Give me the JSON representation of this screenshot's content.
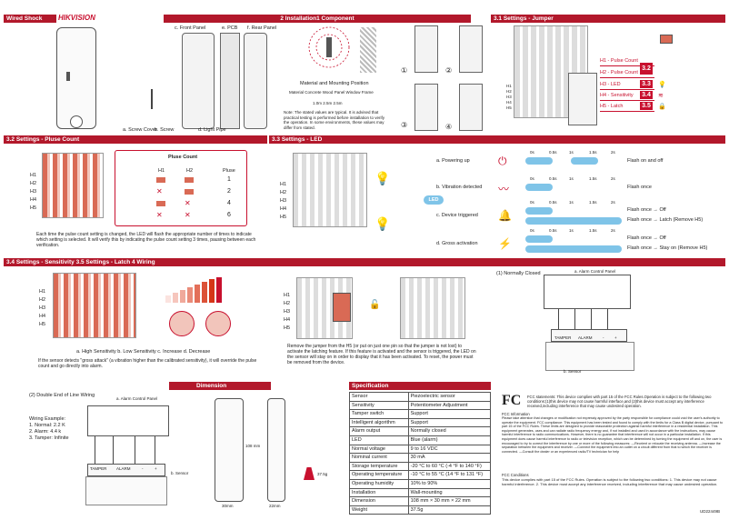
{
  "header": {
    "product": "Wired Shock Detector",
    "brand": "HIKVISION",
    "install_title": "2 Installation1 Component",
    "jumper_title": "3.1 Settings - Jumper"
  },
  "front": {
    "front_panel": "c. Front Panel",
    "pcb": "e. PCB",
    "rear_panel": "f. Rear Panel",
    "screw_cover": "a. Screw Cover",
    "screw": "b. Screw",
    "light_pipe": "d. Light Pipe"
  },
  "install": {
    "material_title": "Material and Mounting Position",
    "material_row": "Material Concrete Wood Panel Window Frame",
    "distance_row": "1.0m 2.5m 2.5m",
    "note": "Note: The stated values are typical. It is advised that practical testing is performed before installation to verify the operation. In some environments, these values may differ from stated.",
    "steps": [
      "①",
      "②",
      "③",
      "④"
    ]
  },
  "jumper": {
    "rows": [
      {
        "label": "H1 - Pulse Count",
        "num": "3.2"
      },
      {
        "label": "H2 - Pulse Count",
        "num": ""
      },
      {
        "label": "H3 - LED",
        "num": "3.3"
      },
      {
        "label": "H4 - Sensitivity",
        "num": "3.4"
      },
      {
        "label": "H5 - Latch",
        "num": "3.5"
      }
    ],
    "pins": [
      "H1",
      "H2",
      "H3",
      "H4",
      "H5"
    ]
  },
  "pulse": {
    "title": "3.2 Settings - Pluse Count",
    "table_title": "Pluse Count",
    "col_h1": "H1",
    "col_h2": "H2",
    "col_pulse": "Pluse",
    "values": [
      "1",
      "2",
      "4",
      "6"
    ],
    "pins": [
      "H1",
      "H2",
      "H3",
      "H4",
      "H5"
    ],
    "text": "Each time the pulse count setting is changed, the LED will flash the appropriate number of times to indicate which setting is selected. It will verify this by indicating the pulse count setting 3 times, pausing between each verification."
  },
  "led": {
    "title": "3.3 Settings - LED",
    "badge": "LED",
    "times": [
      "0s",
      "0.5s",
      "1s",
      "1.5s",
      "2s"
    ],
    "pins": [
      "H1",
      "H2",
      "H3",
      "H4",
      "H5"
    ],
    "rows": [
      {
        "label": "a. Powering up",
        "result1": "Flash on and off",
        "result2": ""
      },
      {
        "label": "b. Vibration detected",
        "result1": "Flash once",
        "result2": ""
      },
      {
        "label": "c. Device triggered",
        "result1": "Flash once → Off",
        "result2": "Flash once → Latch (Remove H5)"
      },
      {
        "label": "d. Gross activation",
        "result1": "Flash once → Off",
        "result2": "Flash once → Stay on (Remove H5)"
      }
    ]
  },
  "sens": {
    "title": "3.4 Settings - Sensitivity 3.5 Settings - Latch 4 Wiring",
    "pins": [
      "H1",
      "H2",
      "H3",
      "H4",
      "H5"
    ],
    "caption": "a. High Sensitivity b. Low Sensitivity c. Increase d. Decrease",
    "note": "If the sensor detects \"gross attack\" (a vibration higher than the calibrated sensitivity), it will override the pulse count and go directly into alarm.",
    "latch_text": "Remove the jumper from the H5 (or put on just one pin so that the jumper is not lost) to activate the latching feature. If this feature is activated and the sensor is triggered, the LED on the sensor will stay on in order to display that it has been activated. To reset, the power must be removed from the device."
  },
  "wiring": {
    "normally_closed": "(1) Normally Closed",
    "double_eol": "(2) Double End of Line Wiring",
    "alarm_panel": "a. Alarm Control Panel",
    "sensor": "b. Sensor",
    "terminals": [
      "TAMPER",
      "ALARM",
      "-",
      "+"
    ],
    "example_title": "Wiring Example:",
    "examples": [
      "1. Normal: 2.2 K",
      "2. Alarm: 4.4 k",
      "3. Tamper: Infinite"
    ]
  },
  "dimension": {
    "title": "Dimension",
    "height": "108 mm",
    "width": "30mm",
    "depth": "22mm",
    "weight": "37.5g"
  },
  "spec": {
    "title": "Specification",
    "rows": [
      [
        "Sensor",
        "Piezoelectric sensor"
      ],
      [
        "Sensitivity",
        "Potentiometer Adjustment"
      ],
      [
        "Tamper switch",
        "Support"
      ],
      [
        "Intelligent algorithm",
        "Support"
      ],
      [
        "Alarm output",
        "Normally closed"
      ],
      [
        "LED",
        "Blue (alarm)"
      ],
      [
        "Normal voltage",
        "9 to 16 VDC"
      ],
      [
        "Nominal current",
        "30 mA"
      ],
      [
        "Storage temperature",
        "-20 °C to 60 °C (-4 °F to 140 °F)"
      ],
      [
        "Operating temperature",
        "-10 °C to 55 °C (14 °F to 131 °F)"
      ],
      [
        "Operating humidity",
        "10% to 90%"
      ],
      [
        "Installation",
        "Wall-mounting"
      ],
      [
        "Dimension",
        "108 mm × 30 mm × 22 mm"
      ],
      [
        "Weight",
        "37.5g"
      ]
    ]
  },
  "fcc": {
    "logo": "FC",
    "statement": "FCC statements: This device complies with part 15 of the FCC Rules.Operation is subject to the following two conditions:(1)this device may not cause harmful interface,and (2)this device must accept any interference received,including interference that may cause undesired operation.",
    "info_title": "FCC Information",
    "info": "Please take attention that changes or modification not expressly approved by the party responsible for compliance could void the user's authority to operate the equipment. FCC compliance: This equipment has been tested and found to comply with the limits for a Class B digital device, pursuant to part 15 of the FCC Rules. These limits are designed to provide reasonable protection against harmful interference in a residential installation. This equipment generates, uses and can radiate radio frequency energy and, if not installed and used in accordance with the instructions, may cause harmful interference to radio communications. However, there is no guarantee that interference will not occur in a particular installation. If this equipment does cause harmful interference to radio or television reception, which can be determined by turning the equipment off and on, the user is encouraged to try to correct the interference by one or more of the following measures: —Reorient or relocate the receiving antenna. —Increase the separation between the equipment and receiver. —Connect the equipment into an outlet on a circuit different from that to which the receiver is connected. —Consult the dealer or an experienced radio/TV technician for help",
    "cond_title": "FCC Conditions",
    "cond": "This device complies with part 15 of the FCC Rules. Operation is subject to the following two conditions: 1. This device may not cause harmful interference. 2. This device must accept any interference received, including interference that may cause undesired operation.",
    "code": "UD22449B"
  }
}
